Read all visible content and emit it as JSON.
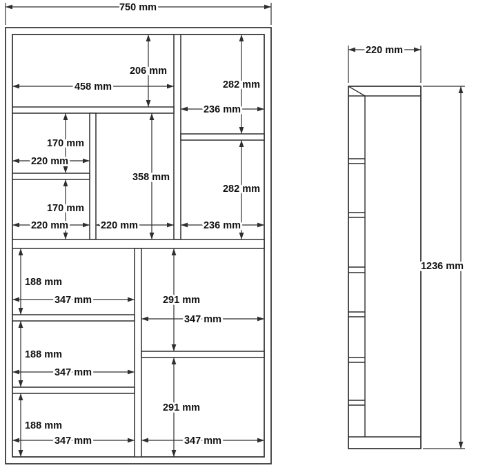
{
  "front_view": {
    "overall_width": "750 mm",
    "top_left": {
      "height": "206 mm",
      "width": "458 mm"
    },
    "top_right": {
      "height": "282 mm",
      "width": "236 mm"
    },
    "mid_left_upper": {
      "height": "170 mm",
      "width": "220 mm"
    },
    "mid_left_lower": {
      "height": "170 mm",
      "width": "220 mm"
    },
    "center": {
      "height": "358 mm",
      "width": "220 mm"
    },
    "mid_right": {
      "height": "282 mm",
      "width": "236 mm"
    },
    "bottom_left_1": {
      "height": "188 mm",
      "width": "347 mm"
    },
    "bottom_left_2": {
      "height": "188 mm",
      "width": "347 mm"
    },
    "bottom_left_3": {
      "height": "188 mm",
      "width": "347 mm"
    },
    "bottom_right_1": {
      "height": "291 mm",
      "width": "347 mm"
    },
    "bottom_right_2": {
      "height": "291 mm",
      "width": "347 mm"
    }
  },
  "side_view": {
    "depth": "220 mm",
    "height": "1236 mm"
  }
}
